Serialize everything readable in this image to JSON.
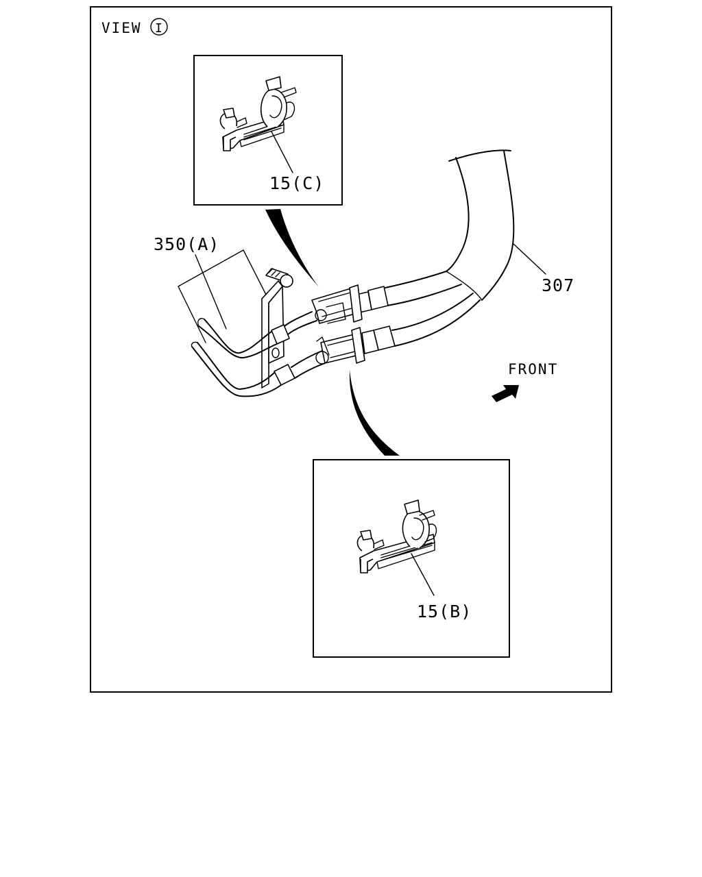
{
  "view": {
    "label": "VIEW",
    "marker": "I"
  },
  "labels": {
    "clip_c": "15(C)",
    "tube_a": "350(A)",
    "hose": "307",
    "clip_b": "15(B)",
    "front": "FRONT"
  },
  "icons": {
    "front_arrow": "arrow-icon"
  }
}
